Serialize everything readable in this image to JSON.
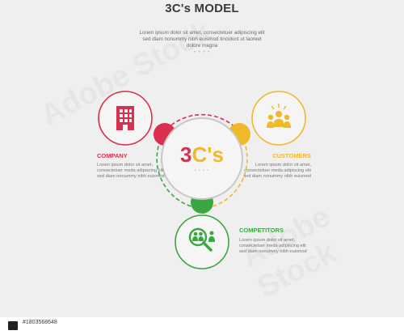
{
  "header": {
    "title": "3C's MODEL",
    "subtitle": "Lorem ipsum dolor sit amet, consectetuer adipiscing elit sed diam nonummy nibh euismod tincidunt ut laoreet dolore magna",
    "dots": "• • • •"
  },
  "center": {
    "label_3": "3",
    "label_cs": "C's",
    "dots": "• • • •"
  },
  "items": [
    {
      "label": "COMPANY",
      "description": "Lorem ipsum dolor sit amet, consectetuer meda adipiscing elit sed diam nonummy nibh euismod",
      "color": "#d9304f",
      "icon": "building-icon"
    },
    {
      "label": "CUSTOMERS",
      "description": "Lorem ipsum dolor sit amet, consectetuer meda adipiscing elit sed diam nonummy nibh euismod",
      "color": "#f0b92a",
      "icon": "people-group-icon"
    },
    {
      "label": "COMPETITORS",
      "description": "Lorem ipsum dolor sit amet, consectetuer meda adipiscing elit sed diam nonummy nibh euismod",
      "color": "#3aa741",
      "icon": "magnifier-people-icon"
    }
  ],
  "watermark": {
    "brand": "Adobe Stock",
    "stock_id": "#1803568648"
  }
}
